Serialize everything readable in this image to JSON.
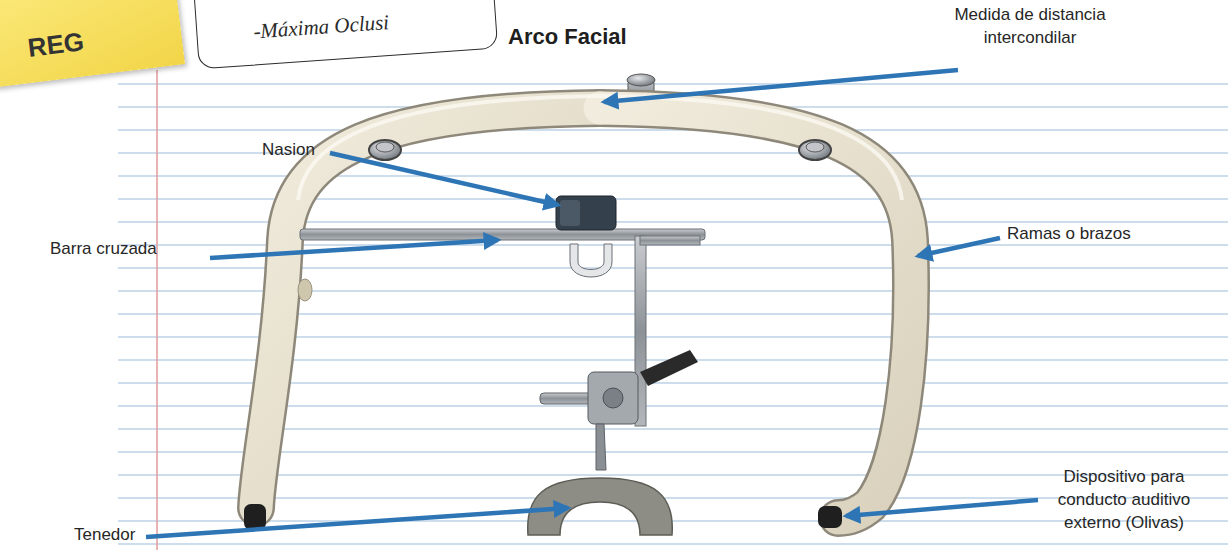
{
  "diagram": {
    "title": "Arco Facial",
    "nodes": [
      {
        "text": [
          "REG"
        ]
      },
      {
        "text": [
          "-Máxima Oclusi"
        ]
      }
    ],
    "labels": [
      "Medida de distancia intercondilar",
      "Nasion",
      "Ramas o brazos",
      "Barra cruzada",
      "Dispositivo para conducto auditivo externo (Olivas)",
      "Tenedor"
    ]
  }
}
